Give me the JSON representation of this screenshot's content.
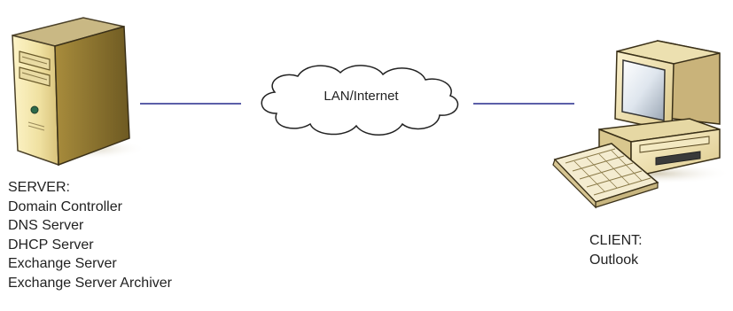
{
  "server": {
    "icon": "server-tower-icon",
    "title": "SERVER:",
    "roles": [
      "Domain Controller",
      "DNS Server",
      "DHCP Server",
      "Exchange Server",
      "Exchange Server Archiver"
    ]
  },
  "network": {
    "icon": "cloud-icon",
    "label": "LAN/Internet",
    "link_color": "#5b5fa8"
  },
  "client": {
    "icon": "desktop-computer-icon",
    "title": "CLIENT:",
    "app": "Outlook"
  }
}
